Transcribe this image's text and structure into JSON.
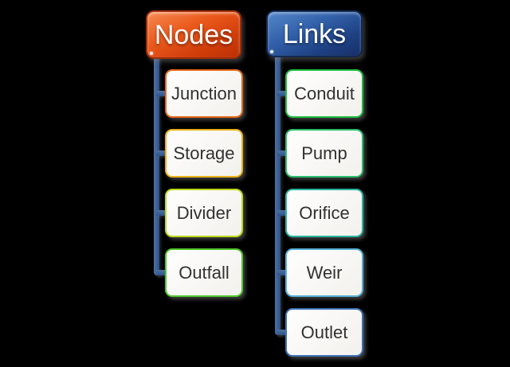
{
  "canvas": {
    "background": "#000000"
  },
  "connector": {
    "color": "#3c6198"
  },
  "child_box": {
    "fill": "#f6f4f1",
    "text_color": "#313131"
  },
  "trees": [
    {
      "header": {
        "label": "Nodes",
        "fill_top": "#f68a52",
        "fill_bottom": "#ba3004",
        "border": "#9e2c08",
        "text_color": "#ffffff"
      },
      "children": [
        {
          "label": "Junction",
          "border": "#e56717"
        },
        {
          "label": "Storage",
          "border": "#e9b117"
        },
        {
          "label": "Divider",
          "border": "#bcd919"
        },
        {
          "label": "Outfall",
          "border": "#4fc62c"
        }
      ]
    },
    {
      "header": {
        "label": "Links",
        "fill_top": "#5586c8",
        "fill_bottom": "#172f68",
        "border": "#13294f",
        "text_color": "#ffffff"
      },
      "children": [
        {
          "label": "Conduit",
          "border": "#1fbe3f"
        },
        {
          "label": "Pump",
          "border": "#2abd6b"
        },
        {
          "label": "Orifice",
          "border": "#2bb5a0"
        },
        {
          "label": "Weir",
          "border": "#56afd6"
        },
        {
          "label": "Outlet",
          "border": "#3d72b4"
        }
      ]
    }
  ]
}
